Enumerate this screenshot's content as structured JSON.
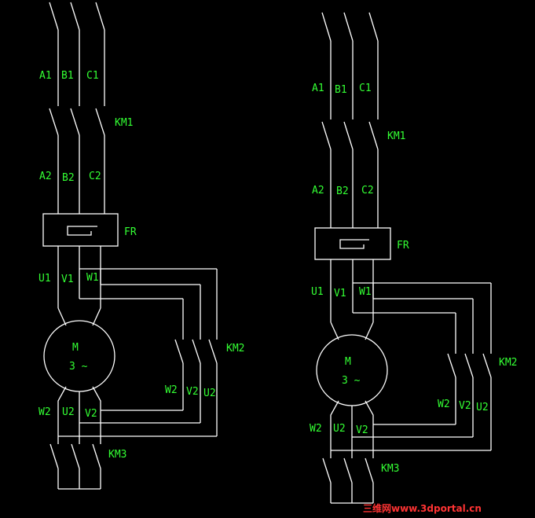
{
  "colors": {
    "background": "#000000",
    "wire": "#ffffff",
    "label": "#33ff33",
    "watermark": "#ff3333"
  },
  "left": {
    "phases_top": [
      "A1",
      "B1",
      "C1"
    ],
    "km1": "KM1",
    "phases_mid": [
      "A2",
      "B2",
      "C2"
    ],
    "fr": "FR",
    "terminals_top": [
      "U1",
      "V1",
      "W1"
    ],
    "motor": {
      "letter": "M",
      "phase": "3 ~"
    },
    "km2": "KM2",
    "km2_terminals": [
      "W2",
      "V2",
      "U2"
    ],
    "terminals_bottom": [
      "W2",
      "U2",
      "V2"
    ],
    "km3": "KM3"
  },
  "right": {
    "phases_top": [
      "A1",
      "B1",
      "C1"
    ],
    "km1": "KM1",
    "phases_mid": [
      "A2",
      "B2",
      "C2"
    ],
    "fr": "FR",
    "terminals_top": [
      "U1",
      "V1",
      "W1"
    ],
    "motor": {
      "letter": "M",
      "phase": "3 ~"
    },
    "km2": "KM2",
    "km2_terminals": [
      "W2",
      "V2",
      "U2"
    ],
    "terminals_bottom": [
      "W2",
      "U2",
      "V2"
    ],
    "km3": "KM3"
  },
  "watermark": "三维网www.3dportal.cn"
}
